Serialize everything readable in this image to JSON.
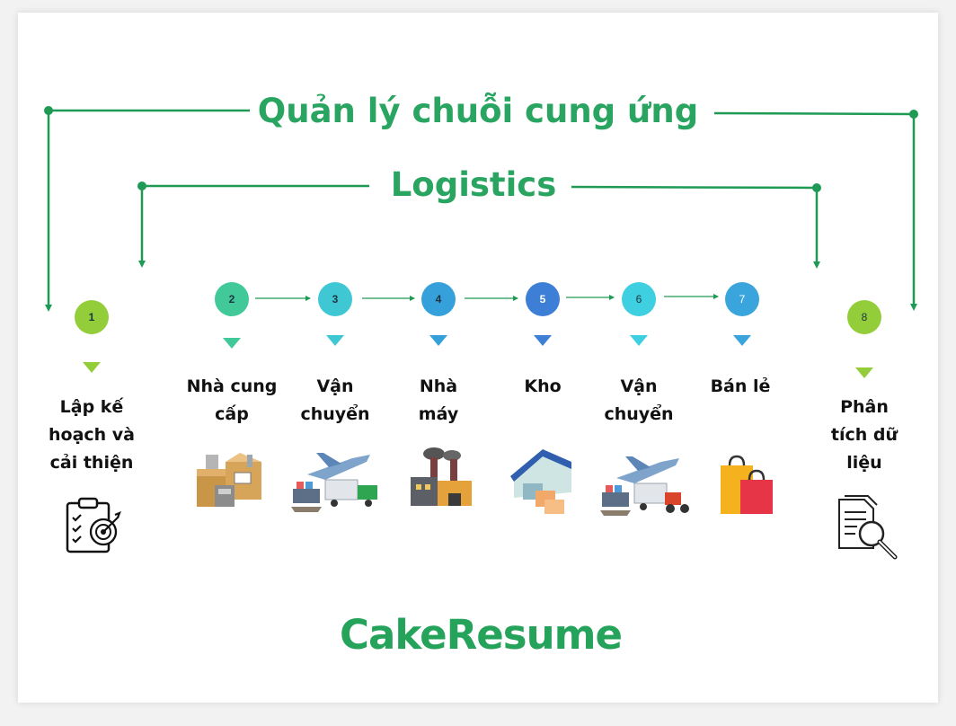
{
  "titles": {
    "supply_chain": "Quản lý chuỗi cung ứng",
    "logistics": "Logistics"
  },
  "steps": [
    {
      "number": "1",
      "label": "Lập kế hoạch và cải thiện",
      "color": "#93cd39",
      "icon": "clipboard-target-icon"
    },
    {
      "number": "2",
      "label": "Nhà cung cấp",
      "color": "#41c99a",
      "icon": "boxes-icon"
    },
    {
      "number": "3",
      "label": "Vận chuyển",
      "color": "#3fc8d4",
      "icon": "transport-icon"
    },
    {
      "number": "4",
      "label": "Nhà máy",
      "color": "#35a0d9",
      "icon": "factory-icon"
    },
    {
      "number": "5",
      "label": "Kho",
      "color": "#3d7fd6",
      "icon": "warehouse-icon"
    },
    {
      "number": "6",
      "label": "Vận chuyển",
      "color": "#3ecfe0",
      "icon": "transport-icon"
    },
    {
      "number": "7",
      "label": "Bán lẻ",
      "color": "#3aa5dd",
      "icon": "shopping-bags-icon"
    },
    {
      "number": "8",
      "label": "Phân tích dữ liệu",
      "color": "#93cd39",
      "icon": "document-search-icon"
    }
  ],
  "brand": "CakeResume",
  "colors": {
    "accent": "#2aa561",
    "brand": "#25a35a"
  }
}
